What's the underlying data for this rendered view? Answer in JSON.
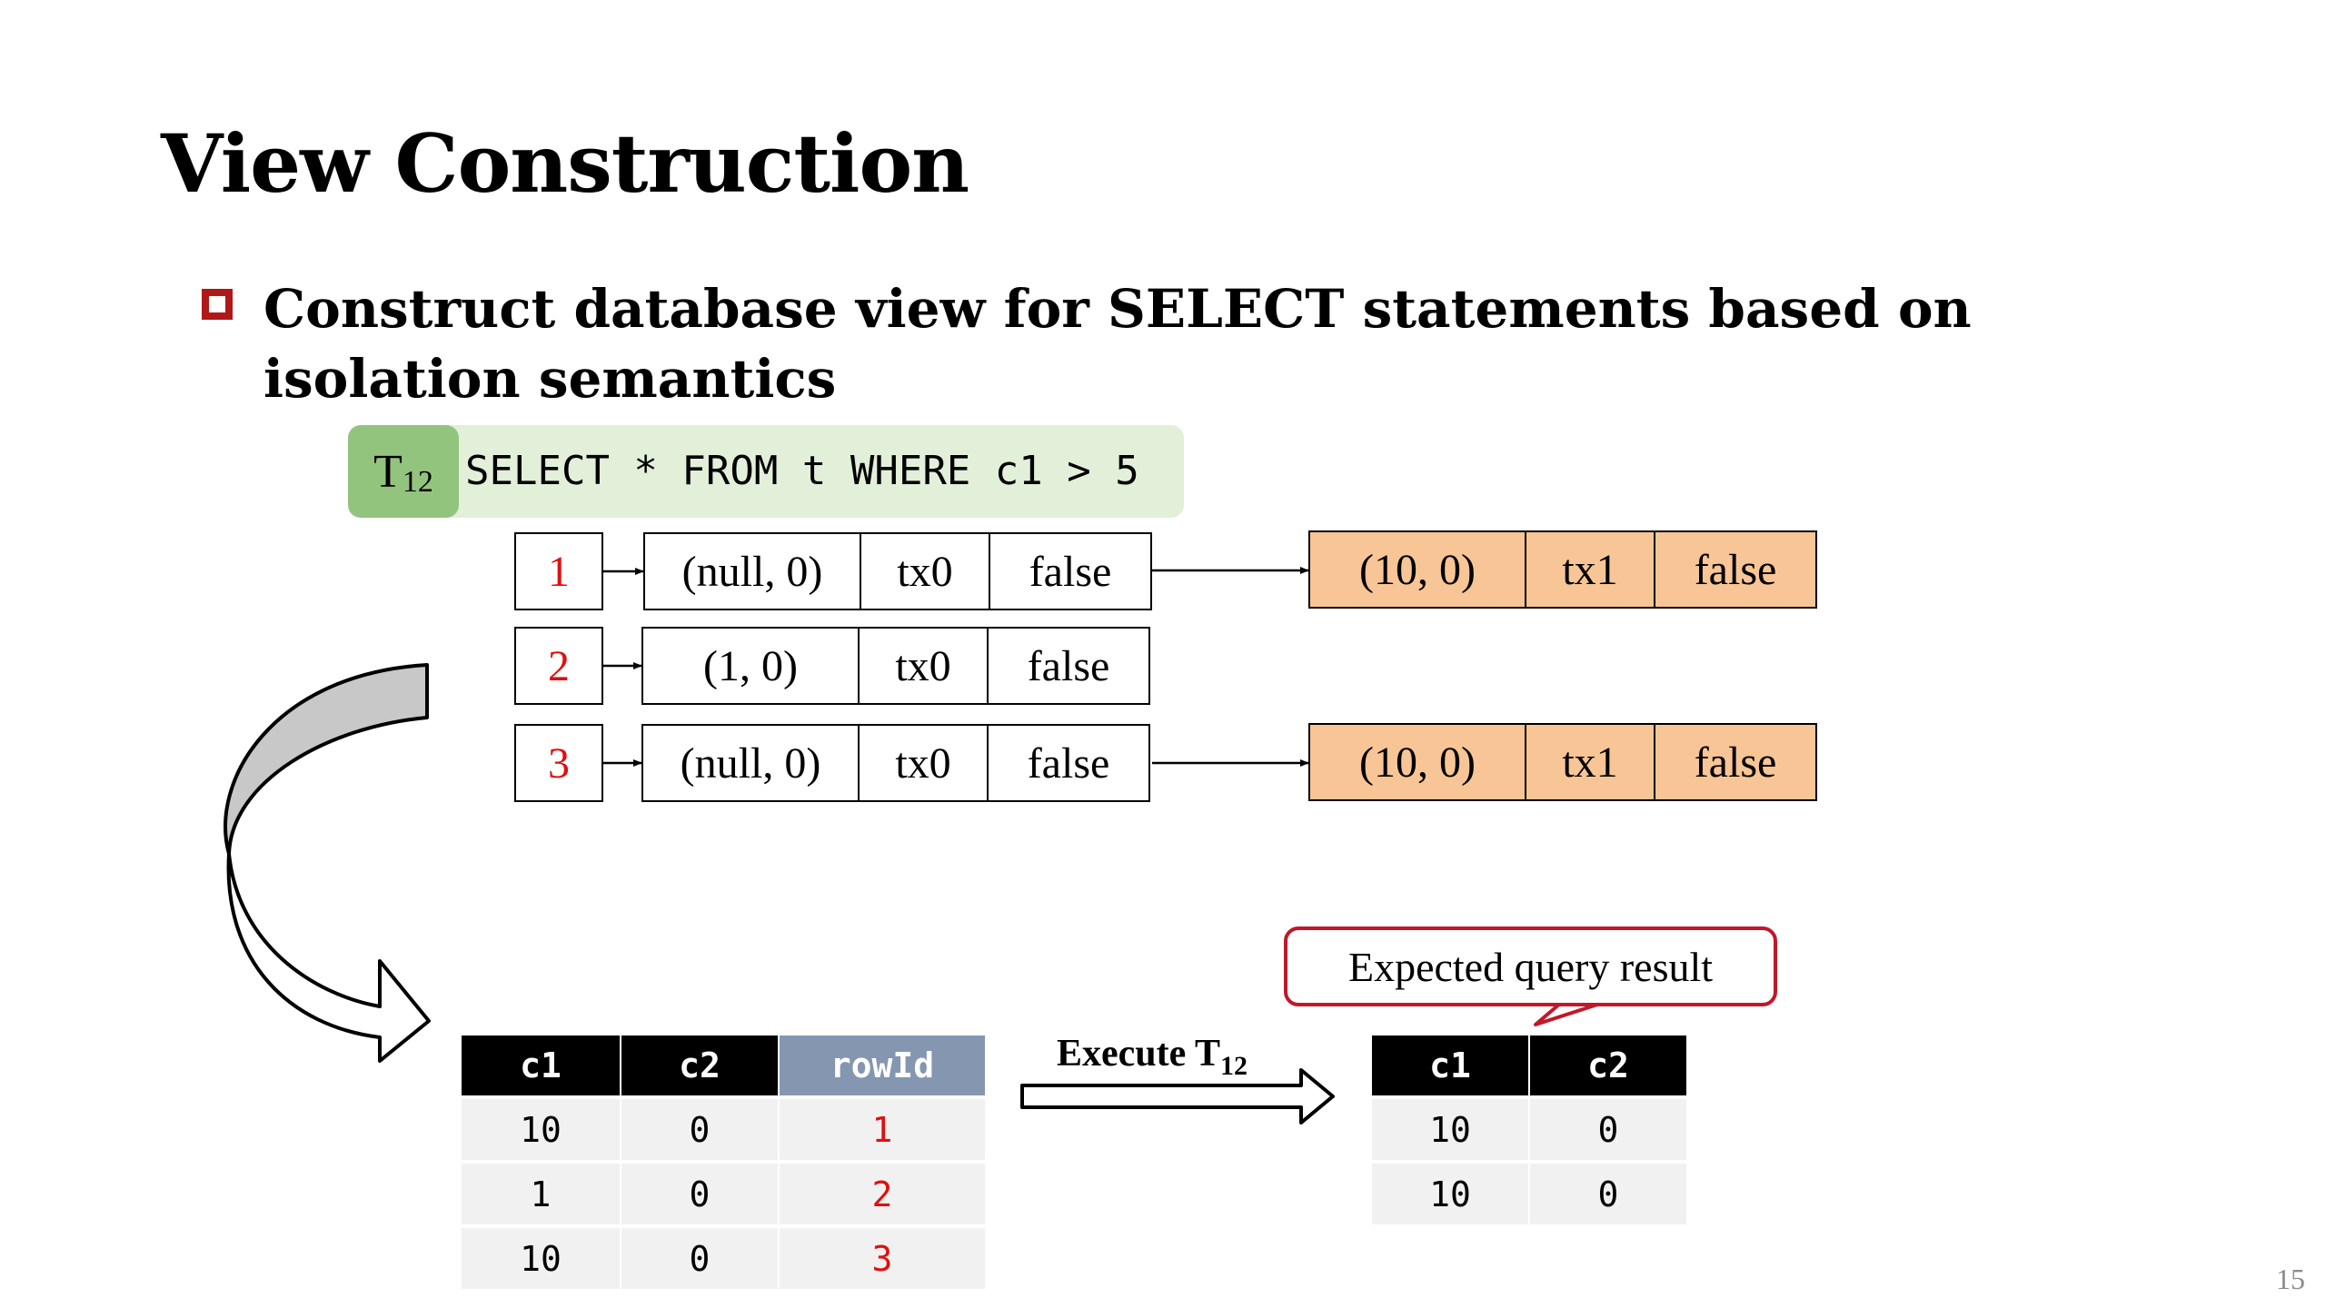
{
  "title": "View Construction",
  "bullet": "Construct database view for SELECT statements based on isolation semantics",
  "query": {
    "txn_label": "T",
    "txn_sub": "12",
    "sql": "SELECT * FROM t WHERE c1 > 5"
  },
  "version_chains": [
    {
      "row_id": "1",
      "base": {
        "value": "(null, 0)",
        "txn": "tx0",
        "deleted": "false"
      },
      "newer": {
        "value": "(10, 0)",
        "txn": "tx1",
        "deleted": "false"
      }
    },
    {
      "row_id": "2",
      "base": {
        "value": "(1, 0)",
        "txn": "tx0",
        "deleted": "false"
      }
    },
    {
      "row_id": "3",
      "base": {
        "value": "(null, 0)",
        "txn": "tx0",
        "deleted": "false"
      },
      "newer": {
        "value": "(10, 0)",
        "txn": "tx1",
        "deleted": "false"
      }
    }
  ],
  "view_table": {
    "headers": [
      "c1",
      "c2",
      "rowId"
    ],
    "rows": [
      [
        "10",
        "0",
        "1"
      ],
      [
        "1",
        "0",
        "2"
      ],
      [
        "10",
        "0",
        "3"
      ]
    ]
  },
  "execute": {
    "label": "Execute T",
    "sub": "12"
  },
  "callout": "Expected query result",
  "result_table": {
    "headers": [
      "c1",
      "c2"
    ],
    "rows": [
      [
        "10",
        "0"
      ],
      [
        "10",
        "0"
      ]
    ]
  },
  "page_number": "15",
  "colors": {
    "accent_red": "#b01818",
    "rowid_red": "#e01010",
    "version_orange": "#f8c596",
    "query_bg": "#e2efd9",
    "query_label_bg": "#93c47d",
    "rowid_header": "#8496b0"
  }
}
